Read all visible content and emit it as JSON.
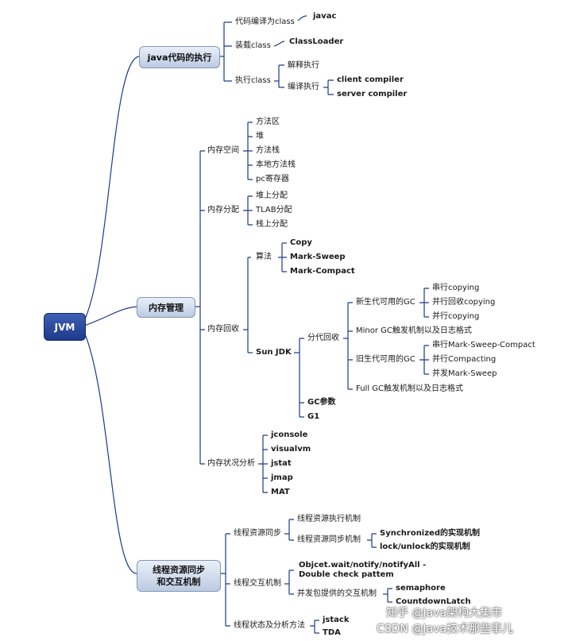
{
  "root": "JVM",
  "branches": {
    "java_exec": {
      "label": "java代码的执行",
      "compile": {
        "label": "代码编译为class",
        "child": "javac"
      },
      "load": {
        "label": "装载class",
        "child": "ClassLoader"
      },
      "exec": {
        "label": "执行class",
        "interpret": "解释执行",
        "compile_exec": {
          "label": "编译执行",
          "children": [
            "client compiler",
            "server compiler"
          ]
        }
      }
    },
    "memory": {
      "label": "内存管理",
      "space": {
        "label": "内存空间",
        "children": [
          "方法区",
          "堆",
          "方法栈",
          "本地方法栈",
          "pc寄存器"
        ]
      },
      "alloc": {
        "label": "内存分配",
        "children": [
          "堆上分配",
          "TLAB分配",
          "栈上分配"
        ]
      },
      "gc": {
        "label": "内存回收",
        "algo": {
          "label": "算法",
          "children": [
            "Copy",
            "Mark-Sweep",
            "Mark-Compact"
          ]
        },
        "sunjdk": {
          "label": "Sun JDK",
          "gen": {
            "label": "分代回收",
            "young": {
              "label": "新生代可用的GC",
              "children": [
                "串行copying",
                "并行回收copying",
                "并行copying"
              ]
            },
            "minor": "Minor GC触发机制以及日志格式",
            "old": {
              "label": "旧生代可用的GC",
              "children": [
                "串行Mark-Sweep-Compact",
                "并行Compacting",
                "并发Mark-Sweep"
              ]
            },
            "full": "Full GC触发机制以及日志格式"
          },
          "params": "GC参数",
          "g1": "G1"
        }
      },
      "tools": {
        "label": "内存状况分析",
        "children": [
          "jconsole",
          "visualvm",
          "jstat",
          "jmap",
          "MAT"
        ]
      }
    },
    "threads": {
      "label_line1": "线程资源同步",
      "label_line2": "和交互机制",
      "sync": {
        "label": "线程资源同步",
        "exec": "线程资源执行机制",
        "mech": {
          "label": "线程资源同步机制",
          "children": [
            "Synchronized的实现机制",
            "lock/unlock的实现机制"
          ]
        }
      },
      "inter": {
        "label": "线程交互机制",
        "wait_line1": "Objcet.wait/notify/notifyAll -",
        "wait_line2": "Double check pattem",
        "concurrent": {
          "label": "并发包提供的交互机制",
          "children": [
            "semaphore",
            "CountdownLatch"
          ]
        }
      },
      "status": {
        "label": "线程状态及分析方法",
        "children": [
          "jstack",
          "TDA"
        ]
      }
    }
  },
  "watermark": {
    "line1": "知乎 @Java架构大集市",
    "line2": "CSDN @Java技术那些事儿"
  },
  "colors": {
    "edge": "#1e3a8a",
    "root": "#1e3a8a",
    "l1_fill": "#d3deef",
    "text": "#1a1a1a"
  }
}
